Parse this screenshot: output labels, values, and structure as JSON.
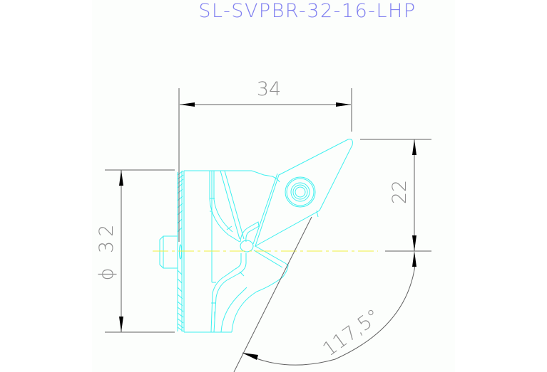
{
  "drawing": {
    "title": "SL-SVPBR-32-16-LHP",
    "colors": {
      "title": "#8080f0",
      "part_outline": "#40f0f0",
      "dimension": "#606060",
      "dimension_text": "#909090",
      "centerline": "#f0f040",
      "sheet": "#fcfefc",
      "background": "#ffffff"
    },
    "dimensions": {
      "length": {
        "value": "34"
      },
      "height": {
        "value": "22"
      },
      "diameter": {
        "symbol": "ϕ",
        "value": "32",
        "label": "ϕ 32"
      },
      "angle": {
        "value": "117,5°"
      }
    },
    "views": {
      "main": "side-view-boring-bar-head-with-insert"
    }
  }
}
